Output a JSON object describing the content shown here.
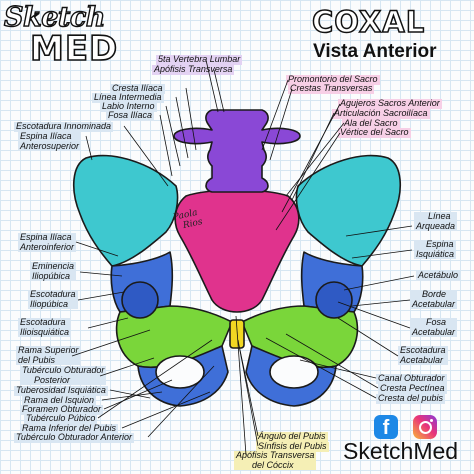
{
  "brand": {
    "sketch": "Sketch",
    "med": "MED"
  },
  "header": {
    "title": "COXAL",
    "subtitle": "Vista Anterior"
  },
  "signature": {
    "line1": "Paola",
    "line2": "Rios"
  },
  "footer": {
    "brand": "SketchMed",
    "facebook_icon": "f"
  },
  "colors": {
    "blue": "#3f6fd8",
    "pink": "#e0338d",
    "violet": "#8a48d6",
    "yellow": "#f1d722",
    "green": "#7ad63a",
    "teal": "#3ec8cf"
  },
  "labels": {
    "vertebra": "5ta Vertebra Lumbar",
    "apofisis_transversa": "Apófisis Transversa",
    "cresta_iliaca": "Cresta Ilíaca",
    "linea_intermedia": "Línea Intermedia",
    "labio_interno": "Labio Interno",
    "fosa_iliaca": "Fosa Ilíaca",
    "escotadura_innominada": "Escotadura Innominada",
    "espina_ant_sup_1": "Espina Ilíaca",
    "espina_ant_sup_2": "Anterosuperior",
    "espina_ant_inf_1": "Espina Ilíaca",
    "espina_ant_inf_2": "Anteroinferior",
    "eminencia_1": "Eminencia",
    "eminencia_2": "Iliopúbica",
    "escotadura_iliopubica_1": "Escotadura",
    "escotadura_iliopubica_2": "Iliopúbica",
    "escotadura_ilioisquiatica_1": "Escotadura",
    "escotadura_ilioisquiatica_2": "Ilioisquiática",
    "rama_superior_1": "Rama Superior",
    "rama_superior_2": "del Pubis",
    "tuberculo_posterior_1": "Tubérculo Obturador",
    "tuberculo_posterior_2": "Posterior",
    "tuberosidad_isquiatica": "Tuberosidad Isquiática",
    "rama_isquion": "Rama del Isquion",
    "foramen_obturador": "Foramen Obturador",
    "tuberculo_pubico": "Tubérculo Púbico",
    "rama_inferior": "Rama Inferior del Pubis",
    "tuberculo_anterior": "Tubérculo Obturador Anterior",
    "promontorio": "Promontorio del Sacro",
    "crestas_transversas": "Crestas Transversas",
    "agujeros_sacros": "Agujeros Sacros Anterior",
    "articulacion_sacroiliaca": "Articulación Sacroilíaca",
    "ala_sacro": "Ala del Sacro",
    "vertice_sacro": "Vértice del Sacro",
    "linea_arqueada_1": "Línea",
    "linea_arqueada_2": "Arqueada",
    "espina_isquiatica_1": "Espina",
    "espina_isquiatica_2": "Isquiática",
    "acetabulo": "Acetábulo",
    "borde_acetabular_1": "Borde",
    "borde_acetabular_2": "Acetabular",
    "fosa_acetabular_1": "Fosa",
    "fosa_acetabular_2": "Acetabular",
    "escotadura_acetabular_1": "Escotadura",
    "escotadura_acetabular_2": "Acetabular",
    "canal_obturador": "Canal Obturador",
    "cresta_pectinea": "Cresta Pectínea",
    "cresta_pubis": "Cresta del pubis",
    "angulo_pubis": "Ángulo del Pubis",
    "sinfisis_pubis": "Sínfisis del Pubis",
    "apofisis_coccix_1": "Apófisis Transversa",
    "apofisis_coccix_2": "del Cóccix"
  }
}
